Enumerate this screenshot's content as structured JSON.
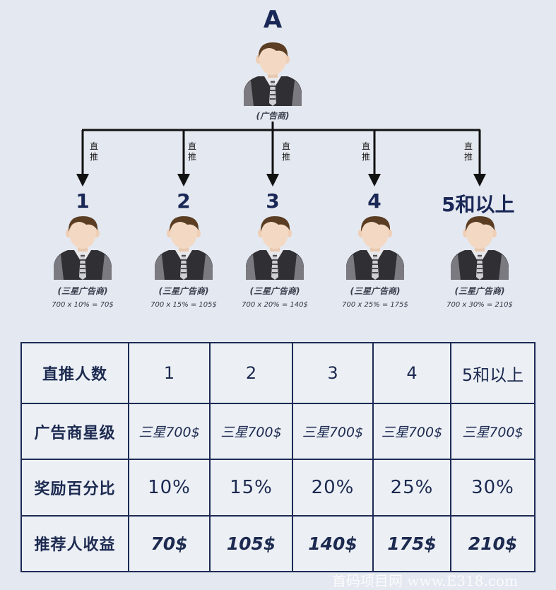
{
  "top": {
    "label": "A",
    "role": "(广告商)"
  },
  "arrow_label": "直推",
  "children": [
    {
      "label": "1",
      "role": "(三星广告商)",
      "formula": "700 x 10% = 70$"
    },
    {
      "label": "2",
      "role": "(三星广告商)",
      "formula": "700 x 15% = 105$"
    },
    {
      "label": "3",
      "role": "(三星广告商)",
      "formula": "700 x 20% = 140$"
    },
    {
      "label": "4",
      "role": "(三星广告商)",
      "formula": "700 x 25% = 175$"
    },
    {
      "label": "5和以上",
      "role": "(三星广告商)",
      "formula": "700 x 30% = 210$"
    }
  ],
  "table": {
    "row_headers": [
      "直推人数",
      "广告商星级",
      "奖励百分比",
      "推荐人收益"
    ],
    "counts": [
      "1",
      "2",
      "3",
      "4",
      "5和以上"
    ],
    "levels": [
      "三星700$",
      "三星700$",
      "三星700$",
      "三星700$",
      "三星700$"
    ],
    "percents": [
      "10%",
      "15%",
      "20%",
      "25%",
      "30%"
    ],
    "earnings": [
      "70$",
      "105$",
      "140$",
      "175$",
      "210$"
    ]
  },
  "watermark": "首码项目网 www.E318.com",
  "colors": {
    "background": "#e4e8f0",
    "navy": "#1d2b54",
    "jacket": "#2e2e33",
    "hair": "#5a3d22",
    "skin": "#f3d9c3"
  }
}
